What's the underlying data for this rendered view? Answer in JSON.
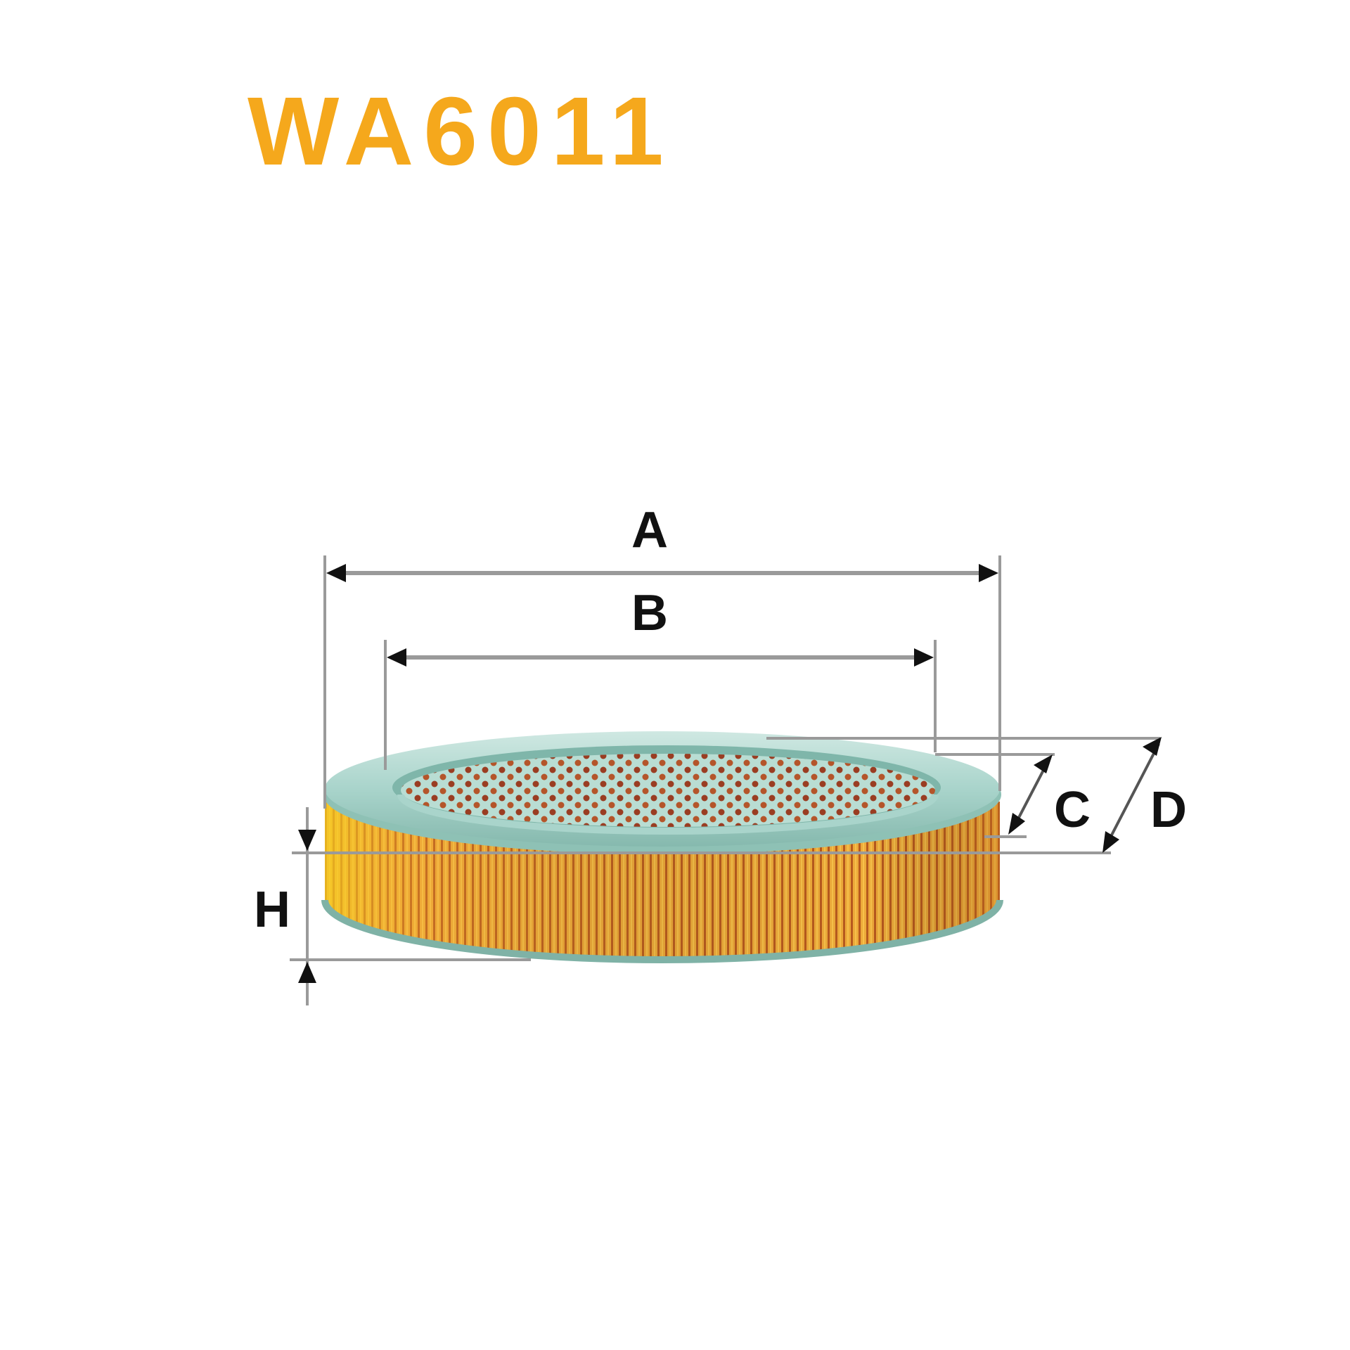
{
  "product": {
    "code": "WA6011",
    "title_color": "#f5a81c"
  },
  "diagram": {
    "subject": "oval-air-filter-element",
    "dimension_labels": {
      "a": "A",
      "b": "B",
      "c": "C",
      "d": "D",
      "h": "H"
    },
    "colors": {
      "rim": "#a8d3cc",
      "rim_dark": "#6fa39b",
      "pleats": "#e9a437",
      "pleats_dark": "#b0501c",
      "mesh_hole": "#b4552a",
      "dimension_line": "#9a9a9a",
      "arrow": "#111111"
    }
  }
}
